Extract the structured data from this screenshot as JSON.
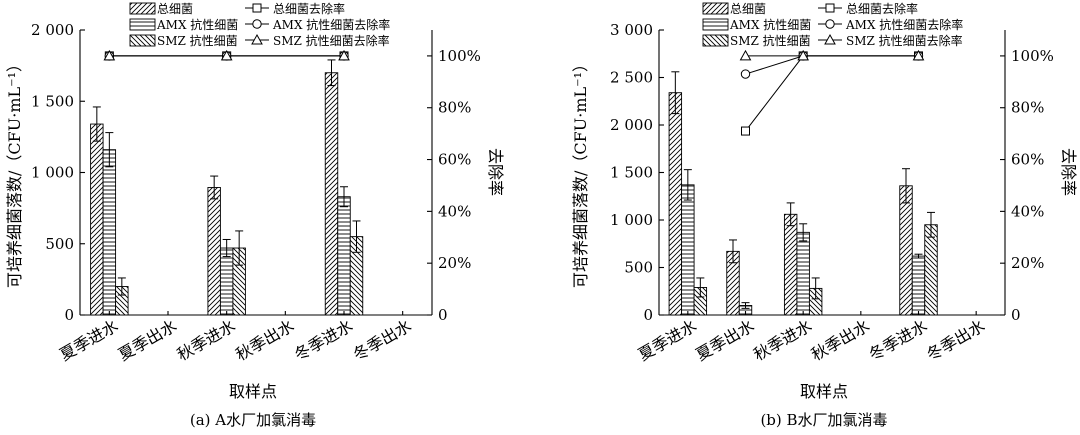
{
  "chart_data": [
    {
      "type": "bar",
      "title": "",
      "caption": "(a) A水厂加氯消毒",
      "xlabel": "取样点",
      "ylabel": "可培养细菌落数/（CFU·mL⁻¹）",
      "y2label": "去除率",
      "categories": [
        "夏季进水",
        "夏季出水",
        "秋季进水",
        "秋季出水",
        "冬季进水",
        "冬季出水"
      ],
      "ylim": [
        0,
        2000
      ],
      "yticks": [
        "0",
        "500",
        "1 000",
        "1 500",
        "2 000"
      ],
      "y2lim": [
        0,
        110
      ],
      "y2ticks": [
        "0",
        "20%",
        "40%",
        "60%",
        "80%",
        "100%"
      ],
      "legend_position": "top",
      "series": [
        {
          "name": "总细菌",
          "kind": "bar",
          "pattern": "diag-right",
          "values": [
            1340,
            0,
            895,
            0,
            1700,
            0
          ],
          "errors": [
            120,
            0,
            80,
            0,
            90,
            0
          ]
        },
        {
          "name": "AMX 抗性细菌",
          "kind": "bar",
          "pattern": "horizontal",
          "values": [
            1160,
            0,
            470,
            0,
            830,
            0
          ],
          "errors": [
            120,
            0,
            60,
            0,
            70,
            0
          ]
        },
        {
          "name": "SMZ 抗性细菌",
          "kind": "bar",
          "pattern": "diag-left",
          "values": [
            200,
            0,
            470,
            0,
            550,
            0
          ],
          "errors": [
            60,
            0,
            120,
            0,
            110,
            0
          ]
        },
        {
          "name": "总细菌去除率",
          "kind": "line",
          "marker": "square",
          "x": [
            0.5,
            2.5,
            4.5
          ],
          "values": [
            100,
            100,
            100
          ]
        },
        {
          "name": "AMX 抗性细菌去除率",
          "kind": "line",
          "marker": "circle",
          "x": [
            0.5,
            2.5,
            4.5
          ],
          "values": [
            100,
            100,
            100
          ]
        },
        {
          "name": "SMZ 抗性细菌去除率",
          "kind": "line",
          "marker": "triangle",
          "x": [
            0.5,
            2.5,
            4.5
          ],
          "values": [
            100,
            100,
            100
          ]
        }
      ]
    },
    {
      "type": "bar",
      "title": "",
      "caption": "(b) B水厂加氯消毒",
      "xlabel": "取样点",
      "ylabel": "可培养细菌落数/（CFU·mL⁻¹）",
      "y2label": "去除率",
      "categories": [
        "夏季进水",
        "夏季出水",
        "秋季进水",
        "秋季出水",
        "冬季进水",
        "冬季出水"
      ],
      "ylim": [
        0,
        3000
      ],
      "yticks": [
        "0",
        "500",
        "1 000",
        "1 500",
        "2 000",
        "2 500",
        "3 000"
      ],
      "y2lim": [
        0,
        110
      ],
      "y2ticks": [
        "0",
        "20%",
        "40%",
        "60%",
        "80%",
        "100%"
      ],
      "legend_position": "top",
      "series": [
        {
          "name": "总细菌",
          "kind": "bar",
          "pattern": "diag-right",
          "values": [
            2340,
            670,
            1060,
            0,
            1360,
            0
          ],
          "errors": [
            220,
            120,
            120,
            0,
            180,
            0
          ]
        },
        {
          "name": "AMX 抗性细菌",
          "kind": "bar",
          "pattern": "horizontal",
          "values": [
            1370,
            100,
            870,
            0,
            620,
            0
          ],
          "errors": [
            160,
            30,
            90,
            0,
            20,
            0
          ]
        },
        {
          "name": "SMZ 抗性细菌",
          "kind": "bar",
          "pattern": "diag-left",
          "values": [
            290,
            0,
            280,
            0,
            950,
            0
          ],
          "errors": [
            100,
            0,
            110,
            0,
            130,
            0
          ]
        },
        {
          "name": "总细菌去除率",
          "kind": "line",
          "marker": "square",
          "x": [
            1.5,
            2.5,
            4.5
          ],
          "values": [
            71,
            100,
            100
          ]
        },
        {
          "name": "AMX 抗性细菌去除率",
          "kind": "line",
          "marker": "circle",
          "x": [
            1.5,
            2.5,
            4.5
          ],
          "values": [
            93,
            100,
            100
          ]
        },
        {
          "name": "SMZ 抗性细菌去除率",
          "kind": "line",
          "marker": "triangle",
          "x": [
            1.5,
            2.5,
            4.5
          ],
          "values": [
            100,
            100,
            100
          ]
        }
      ]
    }
  ]
}
